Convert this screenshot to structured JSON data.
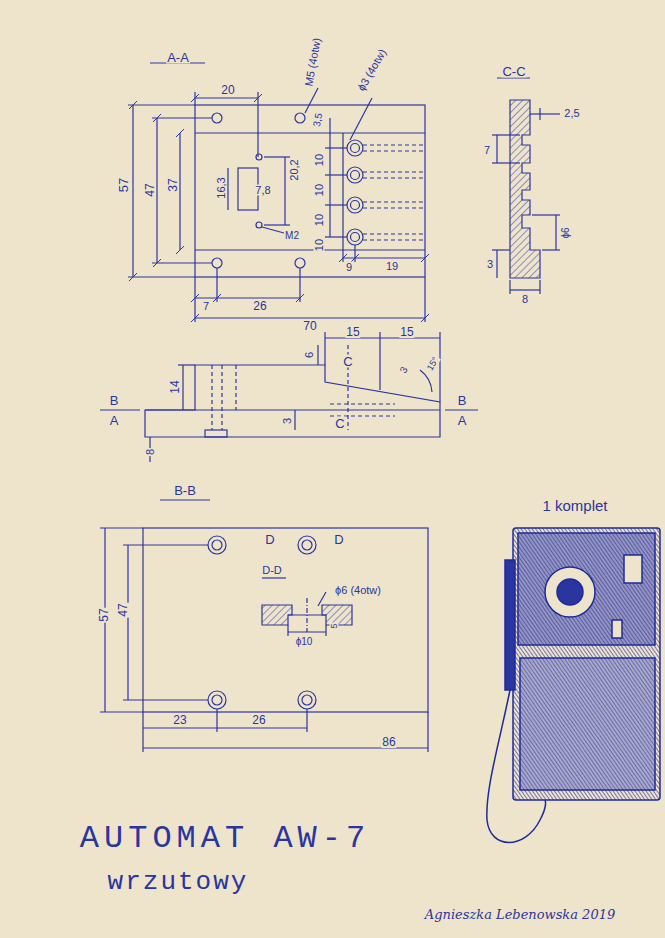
{
  "diagram": {
    "title": "AUTOMAT AW-7",
    "labels": [
      "A-A",
      "20",
      "M5 (4otw)",
      "3,5",
      "ϕ3 (4otw)",
      "57",
      "47",
      "37",
      "16,3",
      "7,8",
      "20,2",
      "10",
      "10",
      "10",
      "10",
      "M2",
      "9",
      "19",
      "7",
      "26",
      "70",
      "C-C",
      "2,5",
      "7",
      "3",
      "ϕ6",
      "8",
      "15",
      "15",
      "6",
      "C",
      "3",
      "15°",
      "14",
      "B",
      "A",
      "3",
      "C",
      "B",
      "A",
      "8",
      "B-B",
      "D",
      "D",
      "D-D",
      "ϕ6 (4otw)",
      "ϕ10",
      "5",
      "57",
      "47",
      "23",
      "26",
      "86",
      "1 komplet",
      "wrzutowy",
      "Agnieszka Lebenowska 2019"
    ]
  }
}
